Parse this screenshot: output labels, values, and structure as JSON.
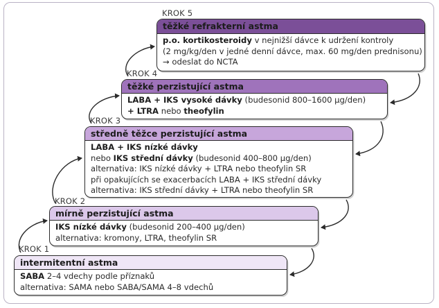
{
  "steps": [
    {
      "label": "KROK 1",
      "title": "intermitentní astma",
      "lines": [
        {
          "bold": "SABA",
          "text": " 2–4 vdechy podle příznaků"
        },
        {
          "bold": "",
          "text": "alternativa: SAMA nebo SABA/SAMA 4–8 vdechů"
        }
      ]
    },
    {
      "label": "KROK 2",
      "title": "mírně perzistující astma",
      "lines": [
        {
          "bold": "IKS nízké dávky",
          "text": " (budesonid 200–400 µg/den)"
        },
        {
          "bold": "",
          "text": "alternativa: kromony, LTRA, theofylin SR"
        }
      ]
    },
    {
      "label": "KROK 3",
      "title": "středně těžce perzistující astma",
      "lines": [
        {
          "bold": "LABA + IKS nízké dávky",
          "text": ""
        },
        {
          "prefix": "nebo ",
          "bold": "IKS střední dávky",
          "text": " (budesonid 400–800 µg/den)"
        },
        {
          "bold": "",
          "text": "alternativa: IKS nízké dávky + LTRA nebo theofylin SR"
        },
        {
          "bold": "",
          "text": "při opakujících se exacerbacích LABA + IKS střední dávky"
        },
        {
          "bold": "",
          "text": "alternativa: IKS střední dávky + LTRA nebo theofylin SR"
        }
      ]
    },
    {
      "label": "KROK 4",
      "title": "těžké perzistující astma",
      "lines": [
        {
          "bold": "LABA + IKS vysoké dávky",
          "text": " (budesonid 800–1600 µg/den)"
        },
        {
          "bold": "+ LTRA",
          "text": " nebo ",
          "bold2": "theofylin"
        }
      ]
    },
    {
      "label": "KROK 5",
      "title": "těžké refrakterní astma",
      "lines": [
        {
          "bold": "p.o. kortikosteroidy",
          "text": " v nejnižší dávce k udržení kontroly"
        },
        {
          "bold": "",
          "text": "(2 mg/kg/den v jedné denní dávce, max. 60 mg/den prednisonu)"
        },
        {
          "bold": "",
          "text": "→ odeslat do NCTA"
        }
      ]
    }
  ],
  "colors": {
    "step1_header": "#efe6f6",
    "step2_header": "#dcc8ea",
    "step3_header": "#c7a6db",
    "step4_header": "#9f73bb",
    "step5_header": "#7b4f98",
    "border": "#2b2b2b"
  }
}
